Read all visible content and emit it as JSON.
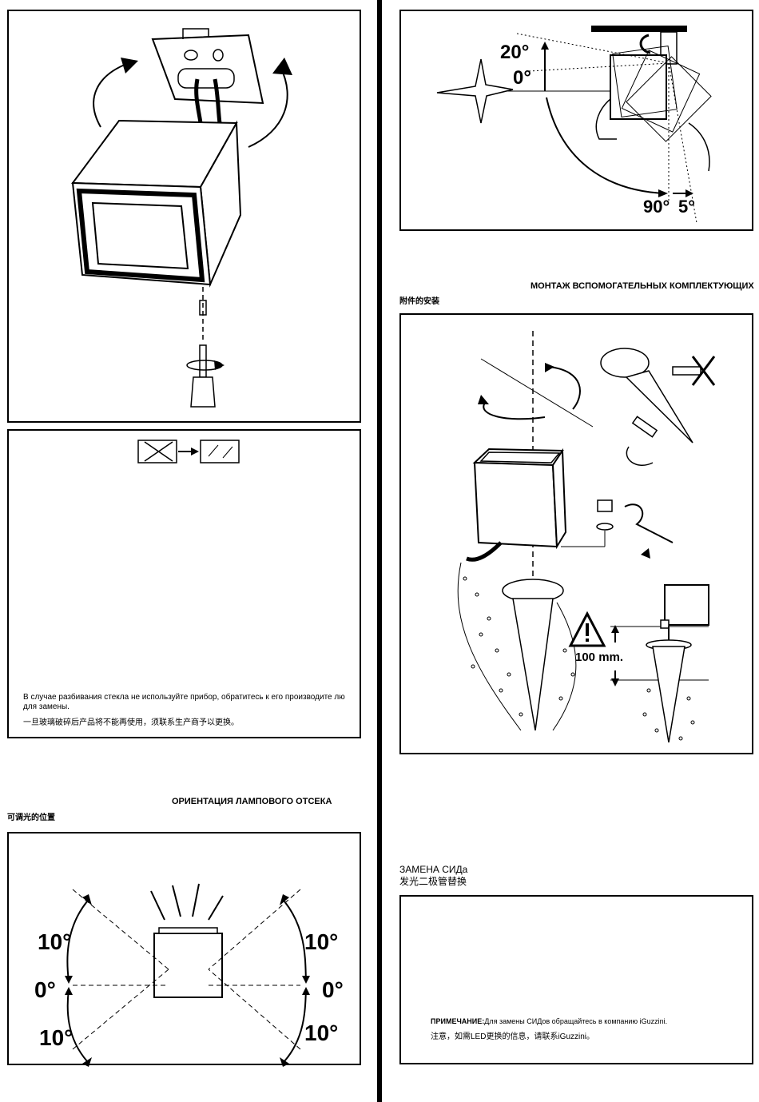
{
  "panels": {
    "glass_warning": {
      "text_ru": "В случае разбивания стекла не используйте прибор, обратитесь к его производите лю для замены.",
      "text_cn": "一旦玻璃破碎后产品将不能再使用，须联系生产商予以更换。"
    },
    "tilt": {
      "label_20": "20°",
      "label_0": "0°",
      "label_90": "90°",
      "label_5": "5°"
    },
    "accessories": {
      "label_100mm": "100 mm."
    },
    "orientation": {
      "label_10_left_top": "10°",
      "label_0_left": "0°",
      "label_10_left_bottom": "10°",
      "label_10_right_top": "10°",
      "label_0_right": "0°",
      "label_10_right_bottom": "10°"
    },
    "led_note": {
      "note_ru_prefix": "ПРИМЕЧАНИЕ:",
      "note_ru_text": "Для замены СИДов обращайтесь в компанию iGuzzini.",
      "note_cn": "注意，如需LED更换的信息，请联系iGuzzini。"
    }
  },
  "headings": {
    "accessories_ru": "МОНТАЖ ВСПОМОГАТЕЛЬНЫХ КОМПЛЕКТУЮЩИХ",
    "accessories_cn": "附件的安装",
    "orientation_ru": "ОРИЕНТАЦИЯ ЛАМПОВОГО ОТСЕКА",
    "orientation_cn": "可调光的位置",
    "led_ru": "ЗАМЕНА СИДа",
    "led_cn": "发光二极管替换"
  }
}
